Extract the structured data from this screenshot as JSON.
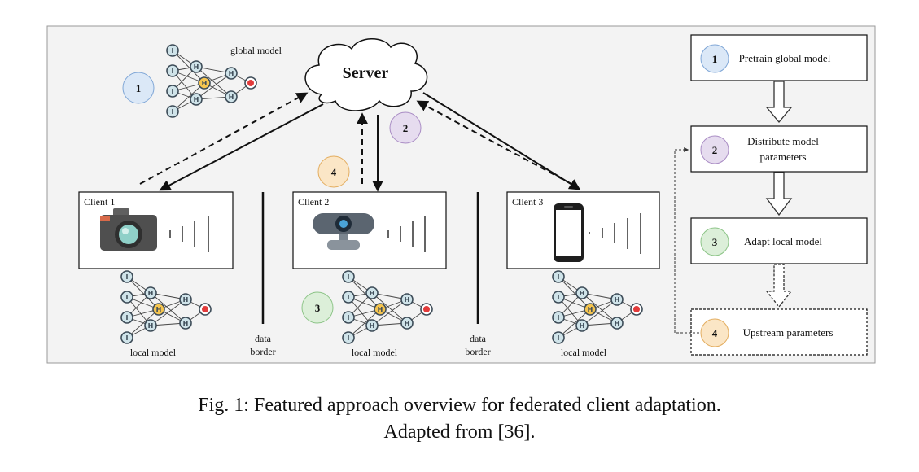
{
  "server": {
    "label": "Server"
  },
  "global_model": {
    "label": "global model"
  },
  "clients": [
    {
      "label": "Client 1",
      "device": "camera-icon",
      "model_label": "local model"
    },
    {
      "label": "Client 2",
      "device": "webcam-icon",
      "model_label": "local model"
    },
    {
      "label": "Client 3",
      "device": "smartphone-icon",
      "model_label": "local model"
    }
  ],
  "data_border": {
    "line1": "data",
    "line2": "border"
  },
  "step_markers": {
    "one": "1",
    "two": "2",
    "three": "3",
    "four": "4"
  },
  "steps": [
    {
      "number": "1",
      "label": "Pretrain global model",
      "color": "#dbe8f7",
      "stroke": "#7fa6d6"
    },
    {
      "number": "2",
      "label_line1": "Distribute model",
      "label_line2": "parameters",
      "color": "#e6dcef",
      "stroke": "#a98cc4"
    },
    {
      "number": "3",
      "label": "Adapt local model",
      "color": "#dcefd9",
      "stroke": "#8cc487"
    },
    {
      "number": "4",
      "label": "Upstream parameters",
      "color": "#fbe6c6",
      "stroke": "#e3ad5f"
    }
  ],
  "network": {
    "input_letter": "I",
    "hidden_letter": "H",
    "node_fill": "#cfe3e9",
    "highlight_fill": "#f6c54f",
    "output_fill": "#e23b3b"
  },
  "caption": {
    "line1": "Fig. 1: Featured approach overview for federated client adaptation.",
    "line2": "Adapted from [36]."
  }
}
